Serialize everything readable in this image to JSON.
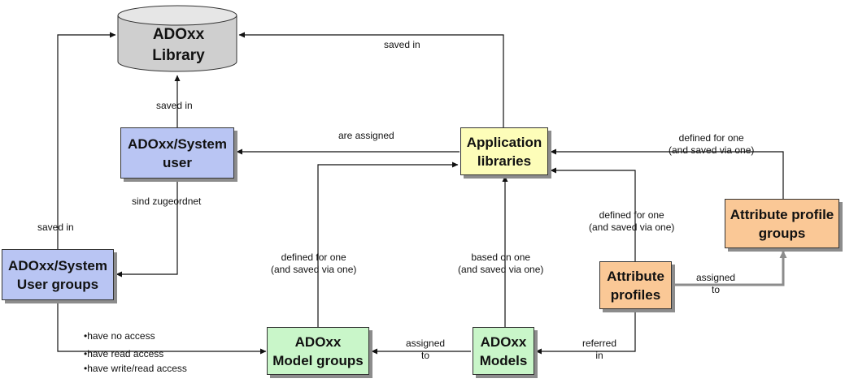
{
  "nodes": {
    "library": {
      "label": "ADOxx\nLibrary",
      "fill": "#cfcfcf"
    },
    "system_user": {
      "label": "ADOxx/System\nuser",
      "fill": "#b9c5f3"
    },
    "user_groups": {
      "label": "ADOxx/System\nUser groups",
      "fill": "#b9c5f3"
    },
    "app_libraries": {
      "label": "Application\nlibraries",
      "fill": "#fdfdb9"
    },
    "attr_profile_groups": {
      "label": "Attribute profile\ngroups",
      "fill": "#fac896"
    },
    "attr_profiles": {
      "label": "Attribute\nprofiles",
      "fill": "#fac896"
    },
    "model_groups": {
      "label": "ADOxx\nModel groups",
      "fill": "#c9f6c9"
    },
    "models": {
      "label": "ADOxx\nModels",
      "fill": "#c9f6c9"
    }
  },
  "edges": {
    "applib_to_library": "saved in",
    "user_to_library": "saved in",
    "groups_to_library": "saved in",
    "applib_to_user": "are assigned",
    "user_to_groups": "sind zugeordnet",
    "profgroups_to_applib": "defined for one\n(and saved via one)",
    "profiles_to_applib": "defined for one\n(and saved via one)",
    "profiles_to_profgroups": "assigned\nto",
    "modelgroups_to_applib": "defined for one\n(and saved via one)",
    "models_to_applib": "based on one\n(and saved via one)",
    "models_to_modelgroups": "assigned\nto",
    "profiles_to_models": "referred\nin"
  },
  "access_list": [
    "•have no access",
    "•have read access",
    "•have write/read access"
  ]
}
